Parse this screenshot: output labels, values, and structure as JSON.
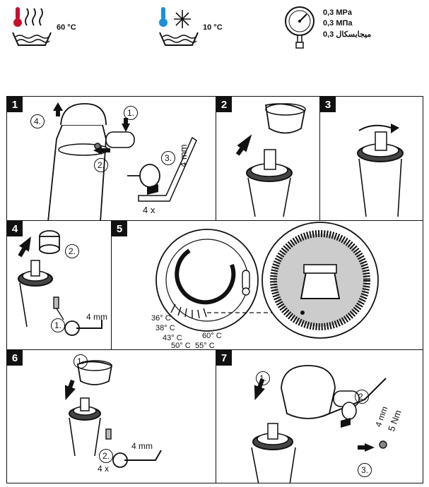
{
  "header": {
    "hot_temp": "60 °C",
    "cold_temp": "10 °C",
    "pressure_lines": [
      "0,3 MPa",
      "0,3 MПa",
      "ميجابسكال 0,3"
    ]
  },
  "steps": [
    {
      "number": "1",
      "labels": {
        "c1": "1.",
        "c2": "2.",
        "c3": "3.",
        "c4": "4.",
        "size": "4 mm",
        "count": "4 x"
      }
    },
    {
      "number": "2"
    },
    {
      "number": "3"
    },
    {
      "number": "4",
      "labels": {
        "c1": "1.",
        "c2": "2.",
        "size": "4 mm"
      }
    },
    {
      "number": "5",
      "temps": [
        "36° C",
        "38° C",
        "43° C",
        "50° C",
        "55° C",
        "60° C"
      ]
    },
    {
      "number": "6",
      "labels": {
        "c1": "1.",
        "c2": "2.",
        "size": "4 mm",
        "count": "4 x"
      }
    },
    {
      "number": "7",
      "labels": {
        "c1": "1.",
        "c2": "2.",
        "c3": "3.",
        "size": "4 mm",
        "torque": "5 Nm"
      }
    }
  ]
}
